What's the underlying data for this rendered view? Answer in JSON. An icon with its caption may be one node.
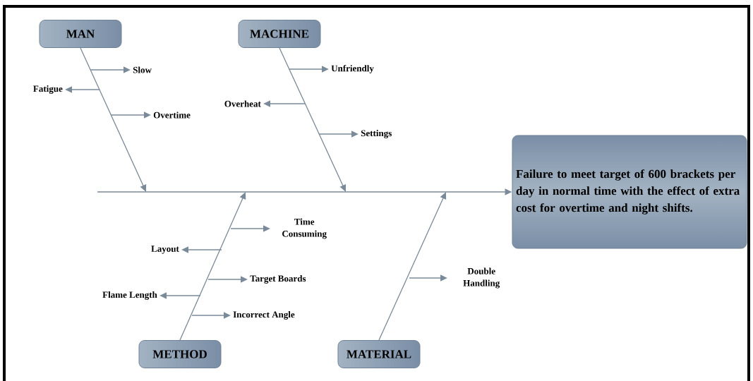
{
  "diagram": {
    "nodes": [
      {
        "text": [
          "MAN"
        ]
      },
      {
        "text": [
          "MACHINE"
        ]
      },
      {
        "text": [
          "METHOD"
        ]
      },
      {
        "text": [
          "MATERIAL"
        ]
      },
      {
        "text": [
          "Failure to meet target of 600 brackets per day in normal time with the effect of extra cost for overtime and night shifts."
        ]
      },
      {
        "text": [
          "Slow"
        ]
      },
      {
        "text": [
          "Fatigue"
        ]
      },
      {
        "text": [
          "Overtime"
        ]
      },
      {
        "text": [
          "Unfriendly"
        ]
      },
      {
        "text": [
          "Overheat"
        ]
      },
      {
        "text": [
          "Settings"
        ]
      },
      {
        "text": [
          "Time Consuming"
        ]
      },
      {
        "text": [
          "Layout"
        ]
      },
      {
        "text": [
          "Target Boards"
        ]
      },
      {
        "text": [
          "Flame Length"
        ]
      },
      {
        "text": [
          "Incorrect Angle"
        ]
      },
      {
        "text": [
          "Double Handling"
        ]
      }
    ],
    "edges": [
      {
        "from": null,
        "to": 4,
        "arrow": "to"
      },
      {
        "from": 0,
        "to": null,
        "arrow": "to"
      },
      {
        "from": 1,
        "to": null,
        "arrow": "to"
      },
      {
        "from": 2,
        "to": null,
        "arrow": "to"
      },
      {
        "from": 3,
        "to": null,
        "arrow": "to"
      },
      {
        "from": null,
        "to": 5,
        "arrow": "to"
      },
      {
        "from": null,
        "to": 6,
        "arrow": "to"
      },
      {
        "from": null,
        "to": 7,
        "arrow": "to"
      },
      {
        "from": null,
        "to": 8,
        "arrow": "to"
      },
      {
        "from": null,
        "to": 9,
        "arrow": "to"
      },
      {
        "from": null,
        "to": 10,
        "arrow": "to"
      },
      {
        "from": null,
        "to": 11,
        "arrow": "to"
      },
      {
        "from": null,
        "to": 12,
        "arrow": "to"
      },
      {
        "from": null,
        "to": 13,
        "arrow": "to"
      },
      {
        "from": null,
        "to": 14,
        "arrow": "to"
      },
      {
        "from": null,
        "to": 15,
        "arrow": "to"
      },
      {
        "from": null,
        "to": 16,
        "arrow": "to"
      }
    ]
  }
}
